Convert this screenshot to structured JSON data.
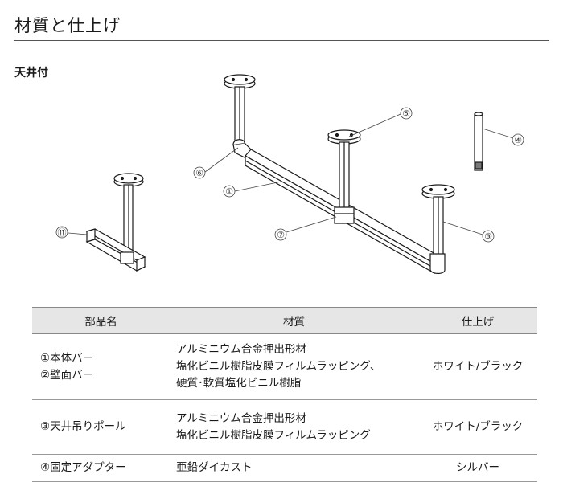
{
  "page": {
    "title": "材質と仕上げ"
  },
  "section": {
    "label": "天井付"
  },
  "callouts": {
    "c1": "①",
    "c3": "③",
    "c4": "④",
    "c5": "⑤",
    "c6": "⑥",
    "c7": "⑦",
    "c11": "⑪"
  },
  "table": {
    "headers": {
      "part": "部品名",
      "material": "材質",
      "finish": "仕上げ"
    },
    "rows": [
      {
        "parts": [
          "①本体バー",
          "②壁面バー"
        ],
        "materials": [
          "アルミニウム合金押出形材",
          "塩化ビニル樹脂皮膜フィルムラッピング、",
          "硬質･軟質塩化ビニル樹脂"
        ],
        "finish": "ホワイト/ブラック"
      },
      {
        "parts": [
          "③天井吊りポール"
        ],
        "materials": [
          "アルミニウム合金押出形材",
          "塩化ビニル樹脂皮膜フィルムラッピング"
        ],
        "finish": "ホワイト/ブラック"
      },
      {
        "parts": [
          "④固定アダプター"
        ],
        "materials": [
          "亜鉛ダイカスト"
        ],
        "finish": "シルバー"
      }
    ]
  }
}
